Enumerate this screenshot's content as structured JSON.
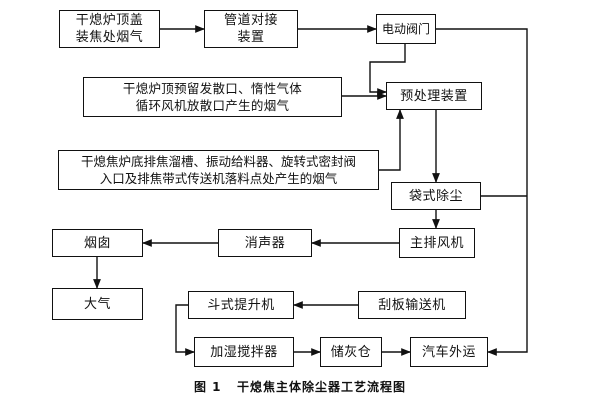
{
  "nodes": {
    "source_top_lid": "干熄炉顶盖\n装焦处烟气",
    "pipe_docking": "管道对接\n装置",
    "electric_valve": "电动阀门",
    "source_top_vent": "干熄炉顶预留发散口、惰性气体\n循环风机放散口产生的烟气",
    "pretreatment": "预处理装置",
    "source_bottom": "干熄焦炉底排焦溜槽、振动给料器、旋转式密封阀\n入口及排焦带式传送机落料点处产生的烟气",
    "bag_filter": "袋式除尘",
    "main_fan": "主排风机",
    "silencer": "消声器",
    "chimney": "烟囱",
    "atmosphere": "大气",
    "bucket_elevator": "斗式提升机",
    "scraper_conveyor": "刮板输送机",
    "humidifier_mixer": "加湿搅拌器",
    "ash_silo": "储灰仓",
    "truck_transport": "汽车外运"
  },
  "caption": "图 1   干熄焦主体除尘器工艺流程图"
}
